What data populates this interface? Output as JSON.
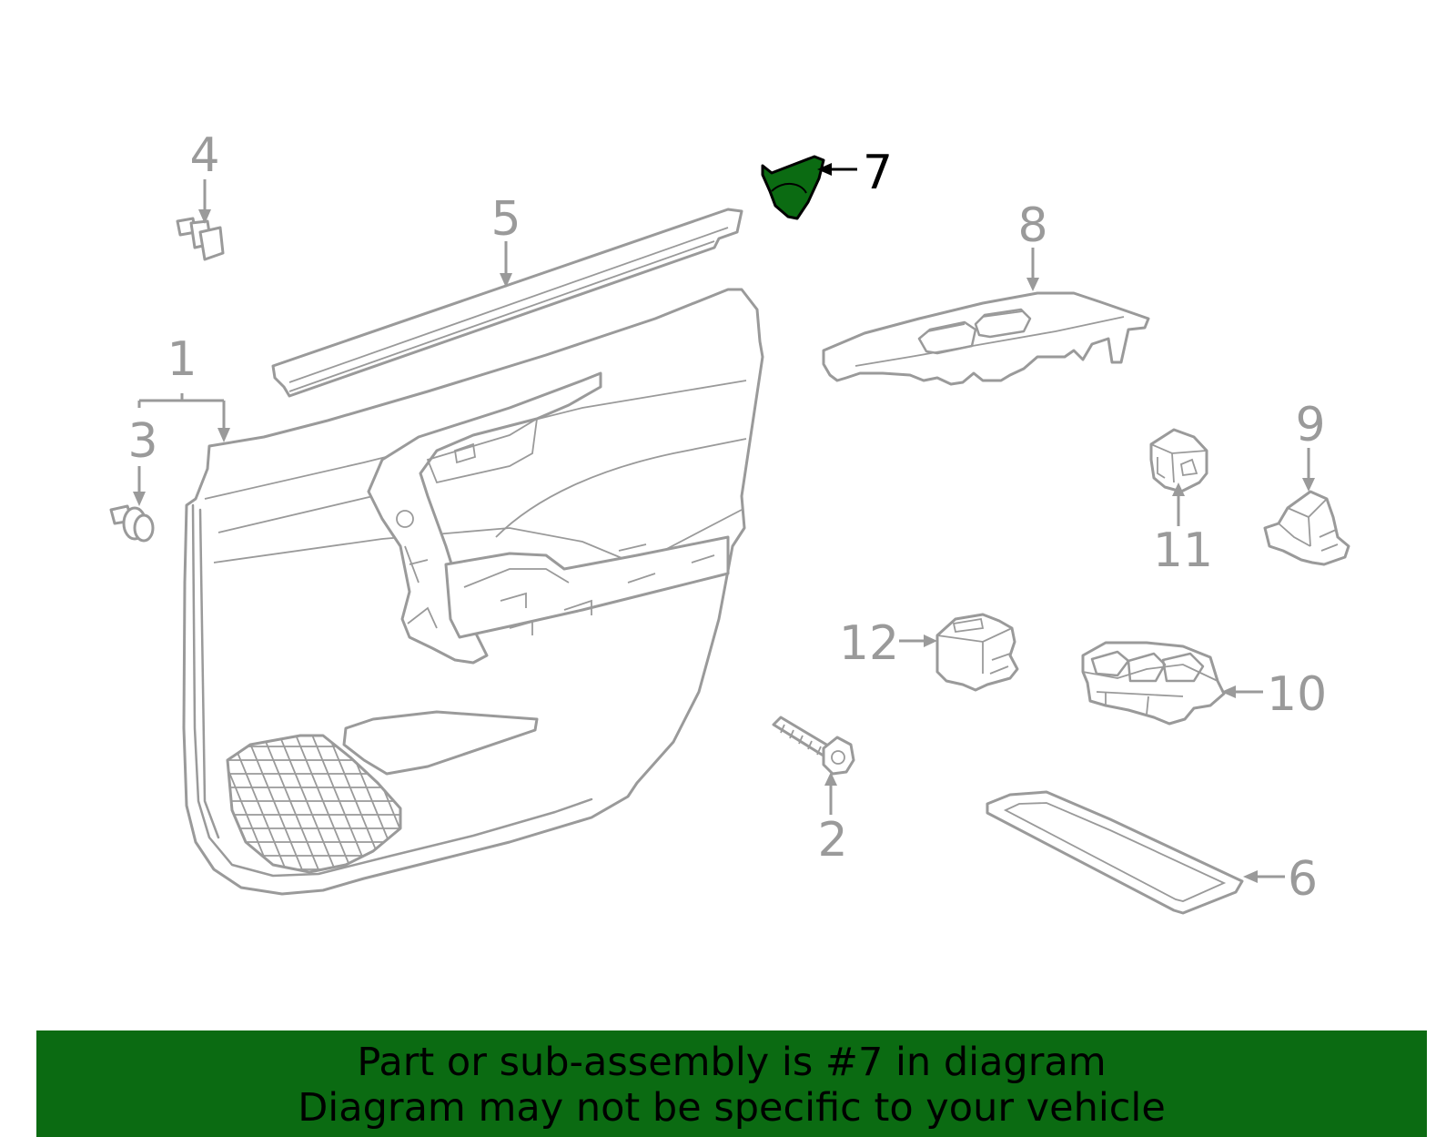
{
  "diagram": {
    "highlight_color": "#0b6b12",
    "callouts": {
      "c1": "1",
      "c2": "2",
      "c3": "3",
      "c4": "4",
      "c5": "5",
      "c6": "6",
      "c7": "7",
      "c8": "8",
      "c9": "9",
      "c10": "10",
      "c11": "11",
      "c12": "12"
    },
    "highlighted_part": "7"
  },
  "banner": {
    "line1": "Part or sub-assembly is #7 in diagram",
    "line2": "Diagram may not be specific to your vehicle",
    "background": "#0b6b12"
  }
}
